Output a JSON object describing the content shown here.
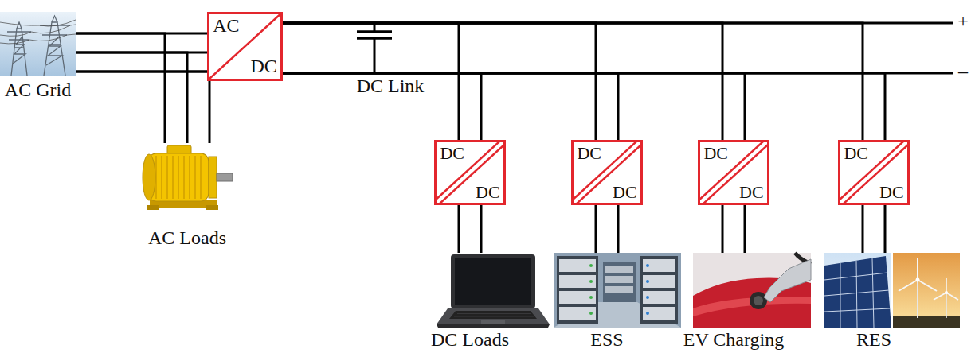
{
  "diagram": {
    "nodes": [
      {
        "text": [
          "AC Grid"
        ]
      },
      {
        "text": [
          "AC",
          "DC"
        ]
      },
      {
        "text": [
          "AC Loads"
        ]
      },
      {
        "text": [
          "DC",
          "DC"
        ]
      },
      {
        "text": [
          "DC",
          "DC"
        ]
      },
      {
        "text": [
          "DC",
          "DC"
        ]
      },
      {
        "text": [
          "DC",
          "DC"
        ]
      },
      {
        "text": [
          "DC Loads"
        ]
      },
      {
        "text": [
          "ESS"
        ]
      },
      {
        "text": [
          "EV Charging"
        ]
      },
      {
        "text": [
          "RES"
        ]
      }
    ],
    "edges": [
      {
        "from": 0,
        "to": 1,
        "arrow": "none"
      },
      {
        "from": 0,
        "to": 2,
        "arrow": "none"
      },
      {
        "from": 1,
        "to": 3,
        "arrow": "none"
      },
      {
        "from": 1,
        "to": 4,
        "arrow": "none"
      },
      {
        "from": 1,
        "to": 5,
        "arrow": "none"
      },
      {
        "from": 1,
        "to": 6,
        "arrow": "none"
      },
      {
        "from": 3,
        "to": 7,
        "arrow": "none"
      },
      {
        "from": 4,
        "to": 8,
        "arrow": "none"
      },
      {
        "from": 5,
        "to": 9,
        "arrow": "none"
      },
      {
        "from": 6,
        "to": 10,
        "arrow": "none"
      }
    ],
    "labels": [
      "DC Link",
      "+",
      "–"
    ]
  }
}
